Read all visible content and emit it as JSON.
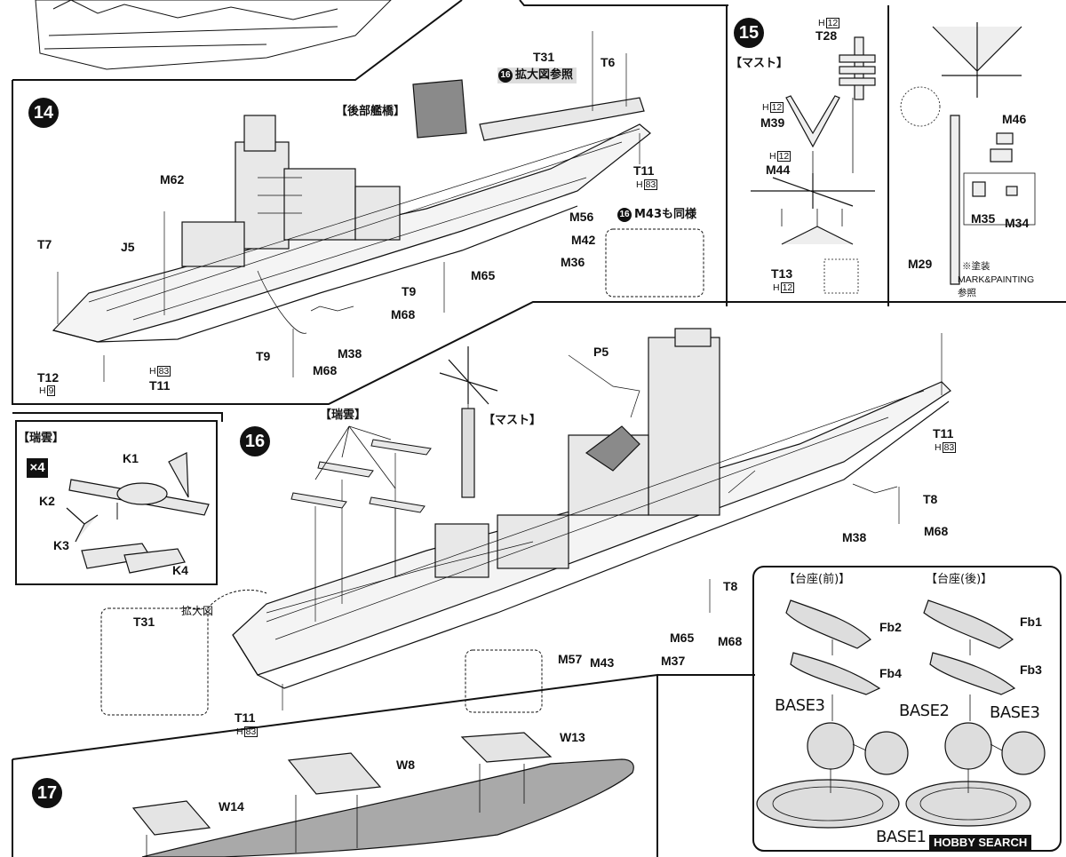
{
  "step14": {
    "number": "14",
    "bridge_label": "【後部艦橋】",
    "ref_step": "16",
    "ref_text": "拡大図参照",
    "m43_step": "16",
    "m43_text": "M43も同様",
    "parts": {
      "t31": "T31",
      "t6": "T6",
      "t11a": "T11",
      "m62": "M62",
      "j5": "J5",
      "t7": "T7",
      "m56": "M56",
      "m42": "M42",
      "m36": "M36",
      "m65": "M65",
      "t9a": "T9",
      "m68a": "M68",
      "t9b": "T9",
      "m38": "M38",
      "m68b": "M68",
      "t12": "T12",
      "t11b": "T11"
    },
    "hrefs": {
      "h83a": "83",
      "h9": "9",
      "h83b": "83"
    }
  },
  "step15": {
    "number": "15",
    "mast_label": "【マスト】",
    "parts": {
      "t28": "T28",
      "m39": "M39",
      "m44": "M44",
      "t13": "T13",
      "m46": "M46",
      "m35": "M35",
      "m34": "M34",
      "m29": "M29"
    },
    "hrefs": {
      "h12a": "12",
      "h12b": "12",
      "h12c": "12",
      "h12d": "12"
    },
    "note1": "※塗装",
    "note2": "MARK&PAINTING",
    "note3": "参照"
  },
  "zuiun": {
    "title": "【瑞雲】",
    "count": "×4",
    "parts": {
      "k1": "K1",
      "k2": "K2",
      "k3": "K3",
      "k4": "K4"
    }
  },
  "step16": {
    "number": "16",
    "zuiun_label": "【瑞雲】",
    "mast_label": "【マスト】",
    "enlarged": "拡大図",
    "parts": {
      "p5": "P5",
      "t11a": "T11",
      "t8a": "T8",
      "m38": "M38",
      "m68a": "M68",
      "t8b": "T8",
      "m65": "M65",
      "m68b": "M68",
      "m57": "M57",
      "m43": "M43",
      "m37": "M37",
      "t31": "T31",
      "t11b": "T11"
    },
    "hrefs": {
      "h83a": "83",
      "h83b": "83"
    }
  },
  "base": {
    "front_label": "【台座(前)】",
    "rear_label": "【台座(後)】",
    "parts": {
      "fb2": "Fb2",
      "fb1": "Fb1",
      "fb4": "Fb4",
      "fb3": "Fb3",
      "base3a": "BASE3",
      "base2": "BASE2",
      "base3b": "BASE3",
      "base1": "BASE1"
    }
  },
  "step17": {
    "number": "17",
    "parts": {
      "w13": "W13",
      "w8": "W8",
      "w14": "W14"
    }
  },
  "watermark": "HOBBY SEARCH",
  "h_prefix": "H"
}
